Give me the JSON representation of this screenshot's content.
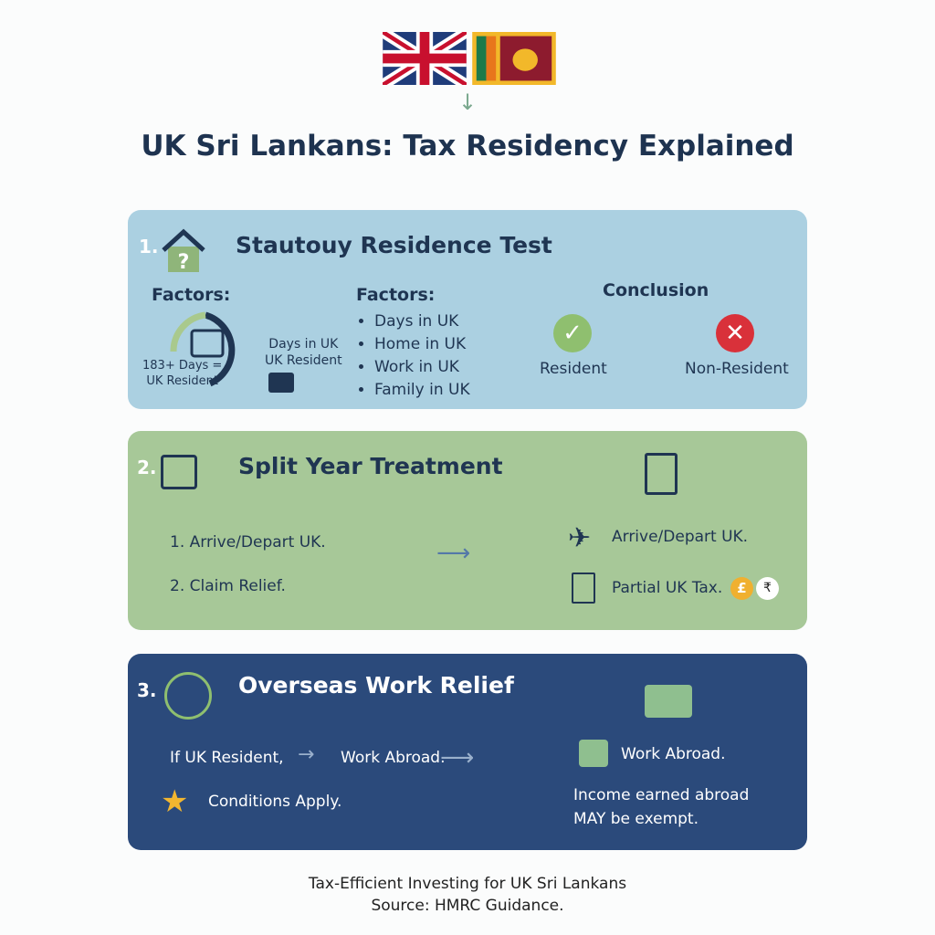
{
  "title": "UK Sri Lankans: Tax Residency Explained",
  "colors": {
    "panel1": "#abd0e1",
    "panel2": "#a7c898",
    "panel3": "#2b4a7b",
    "title": "#1e3350"
  },
  "section1": {
    "number": "1.",
    "heading": "Stautouy Residence Test",
    "factors_left": "Factors:",
    "rule": [
      "183+ Days =",
      "UK Resident"
    ],
    "days_note": [
      "Days in UK",
      "UK Resident"
    ],
    "factors_right": "Factors:",
    "factors": [
      "Days in UK",
      "Home in UK",
      "Work in UK",
      "Family in UK"
    ],
    "conclusion": "Conclusion",
    "resident": "Resident",
    "non_resident": "Non-Resident"
  },
  "section2": {
    "number": "2.",
    "heading": "Split Year Treatment",
    "steps": [
      "1.  Arrive/Depart UK.",
      "2.  Claim Relief."
    ],
    "right": [
      "Arrive/Depart UK.",
      "Partial UK Tax."
    ],
    "currency": [
      "£",
      "₹"
    ]
  },
  "section3": {
    "number": "3.",
    "heading": "Overseas Work Relief",
    "if": "If UK Resident,",
    "work": "Work Abroad.",
    "conditions": "Conditions Apply.",
    "work_right": "Work Abroad.",
    "income": [
      "Income earned abroad",
      "MAY be exempt."
    ]
  },
  "footer": [
    "Tax-Efficient Investing for UK Sri Lankans",
    "Source: HMRC Guidance."
  ]
}
